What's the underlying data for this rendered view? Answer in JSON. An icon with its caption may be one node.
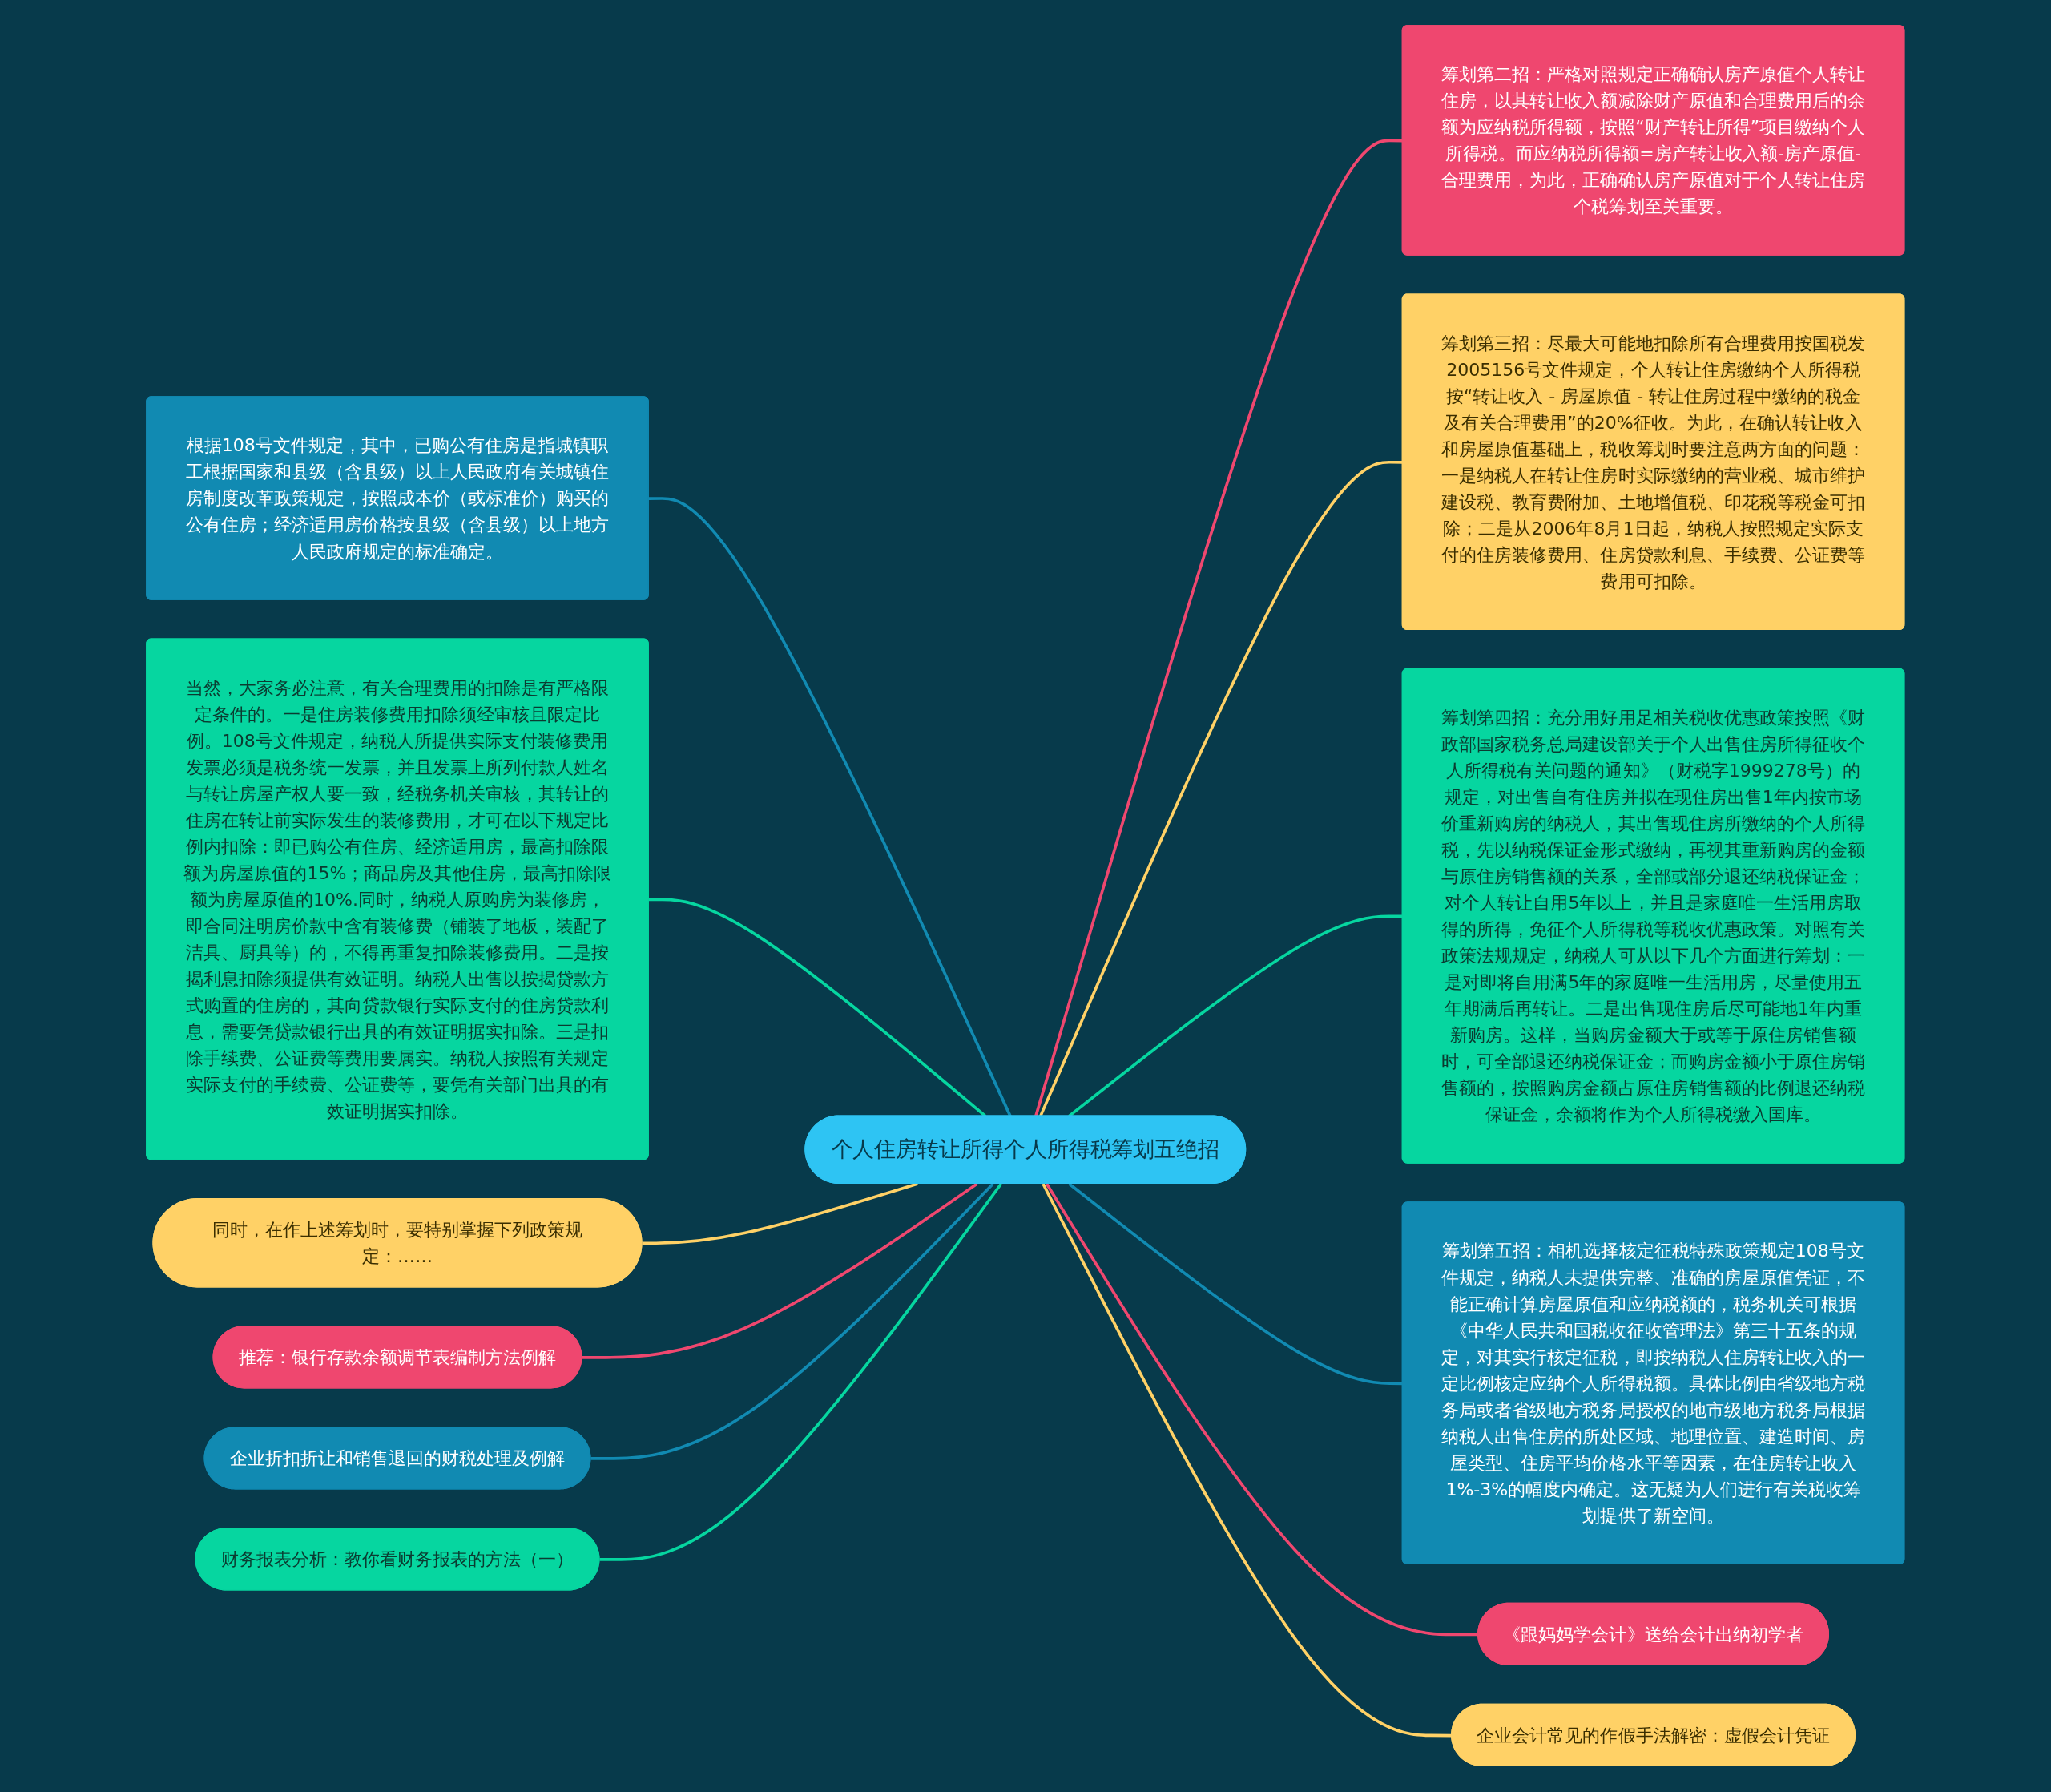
{
  "diagram": {
    "nodes": [
      {
        "text": [
          "个人住房转让所得个人所得税筹划五绝招"
        ]
      },
      {
        "text": [
          "筹划第二招：严格对照规定正确确认房产原值个人转让住房，以其转让收入额减除财产原值和合理费用后的余额为应纳税所得额，按照“财产转让所得”项目缴纳个人所得税。而应纳税所得额=房产转让收入额-房产原值-合理费用，为此，正确确认房产原值对于个人转让住房个税筹划至关重要。"
        ]
      },
      {
        "text": [
          "筹划第三招：尽最大可能地扣除所有合理费用按国税发2005156号文件规定，个人转让住房缴纳个人所得税按“转让收入 - 房屋原值 - 转让住房过程中缴纳的税金及有关合理费用”的20%征收。为此，在确认转让收入和房屋原值基础上，税收筹划时要注意两方面的问题：一是纳税人在转让住房时实际缴纳的营业税、城市维护建设税、教育费附加、土地增值税、印花税等税金可扣除；二是从2006年8月1日起，纳税人按照规定实际支付的住房装修费用、住房贷款利息、手续费、公证费等费用可扣除。"
        ]
      },
      {
        "text": [
          "筹划第四招：充分用好用足相关税收优惠政策按照《财政部国家税务总局建设部关于个人出售住房所得征收个人所得税有关问题的通知》（财税字1999278号）的规定，对出售自有住房并拟在现住房出售1年内按市场价重新购房的纳税人，其出售现住房所缴纳的个人所得税，先以纳税保证金形式缴纳，再视其重新购房的金额与原住房销售额的关系，全部或部分退还纳税保证金；对个人转让自用5年以上，并且是家庭唯一生活用房取得的所得，免征个人所得税等税收优惠政策。对照有关政策法规规定，纳税人可从以下几个方面进行筹划：一是对即将自用满5年的家庭唯一生活用房，尽量使用五年期满后再转让。二是出售现住房后尽可能地1年内重新购房。这样，当购房金额大于或等于原住房销售额时，可全部退还纳税保证金；而购房金额小于原住房销售额的，按照购房金额占原住房销售额的比例退还纳税保证金，余额将作为个人所得税缴入国库。"
        ]
      },
      {
        "text": [
          "筹划第五招：相机选择核定征税特殊政策规定108号文件规定，纳税人未提供完整、准确的房屋原值凭证，不能正确计算房屋原值和应纳税额的，税务机关可根据《中华人民共和国税收征收管理法》第三十五条的规定，对其实行核定征税，即按纳税人住房转让收入的一定比例核定应纳个人所得税额。具体比例由省级地方税务局或者省级地方税务局授权的地市级地方税务局根据纳税人出售住房的所处区域、地理位置、建造时间、房屋类型、住房平均价格水平等因素，在住房转让收入1%-3%的幅度内确定。这无疑为人们进行有关税收筹划提供了新空间。"
        ]
      },
      {
        "text": [
          "《跟妈妈学会计》送给会计出纳初学者"
        ]
      },
      {
        "text": [
          "企业会计常见的作假手法解密：虚假会计凭证"
        ]
      },
      {
        "text": [
          "根据108号文件规定，其中，已购公有住房是指城镇职工根据国家和县级（含县级）以上人民政府有关城镇住房制度改革政策规定，按照成本价（或标准价）购买的公有住房；经济适用房价格按县级（含县级）以上地方人民政府规定的标准确定。"
        ]
      },
      {
        "text": [
          "当然，大家务必注意，有关合理费用的扣除是有严格限定条件的。一是住房装修费用扣除须经审核且限定比例。108号文件规定，纳税人所提供实际支付装修费用发票必须是税务统一发票，并且发票上所列付款人姓名与转让房屋产权人要一致，经税务机关审核，其转让的住房在转让前实际发生的装修费用，才可在以下规定比例内扣除：即已购公有住房、经济适用房，最高扣除限额为房屋原值的15%；商品房及其他住房，最高扣除限额为房屋原值的10%.同时，纳税人原购房为装修房，即合同注明房价款中含有装修费（铺装了地板，装配了洁具、厨具等）的，不得再重复扣除装修费用。二是按揭利息扣除须提供有效证明。纳税人出售以按揭贷款方式购置的住房的，其向贷款银行实际支付的住房贷款利息，需要凭贷款银行出具的有效证明据实扣除。三是扣除手续费、公证费等费用要属实。纳税人按照有关规定实际支付的手续费、公证费等，要凭有关部门出具的有效证明据实扣除。"
        ]
      },
      {
        "text": [
          "同时，在作上述筹划时，要特别掌握下列政策规定：……"
        ]
      },
      {
        "text": [
          "推荐：银行存款余额调节表编制方法例解"
        ]
      },
      {
        "text": [
          "企业折扣折让和销售退回的财税处理及例解"
        ]
      },
      {
        "text": [
          "财务报表分析：教你看财务报表的方法（一）"
        ]
      }
    ],
    "edges": [
      {
        "from": 0,
        "to": 1,
        "arrow": "none",
        "color": "#ef476f"
      },
      {
        "from": 0,
        "to": 2,
        "arrow": "none",
        "color": "#ffd166"
      },
      {
        "from": 0,
        "to": 3,
        "arrow": "none",
        "color": "#06d6a0"
      },
      {
        "from": 0,
        "to": 4,
        "arrow": "none",
        "color": "#118ab2"
      },
      {
        "from": 0,
        "to": 5,
        "arrow": "none",
        "color": "#ef476f"
      },
      {
        "from": 0,
        "to": 6,
        "arrow": "none",
        "color": "#ffd166"
      },
      {
        "from": 0,
        "to": 7,
        "arrow": "none",
        "color": "#118ab2"
      },
      {
        "from": 0,
        "to": 8,
        "arrow": "none",
        "color": "#06d6a0"
      },
      {
        "from": 0,
        "to": 9,
        "arrow": "none",
        "color": "#ffd166"
      },
      {
        "from": 0,
        "to": 10,
        "arrow": "none",
        "color": "#ef476f"
      },
      {
        "from": 0,
        "to": 11,
        "arrow": "none",
        "color": "#118ab2"
      },
      {
        "from": 0,
        "to": 12,
        "arrow": "none",
        "color": "#06d6a0"
      }
    ]
  }
}
